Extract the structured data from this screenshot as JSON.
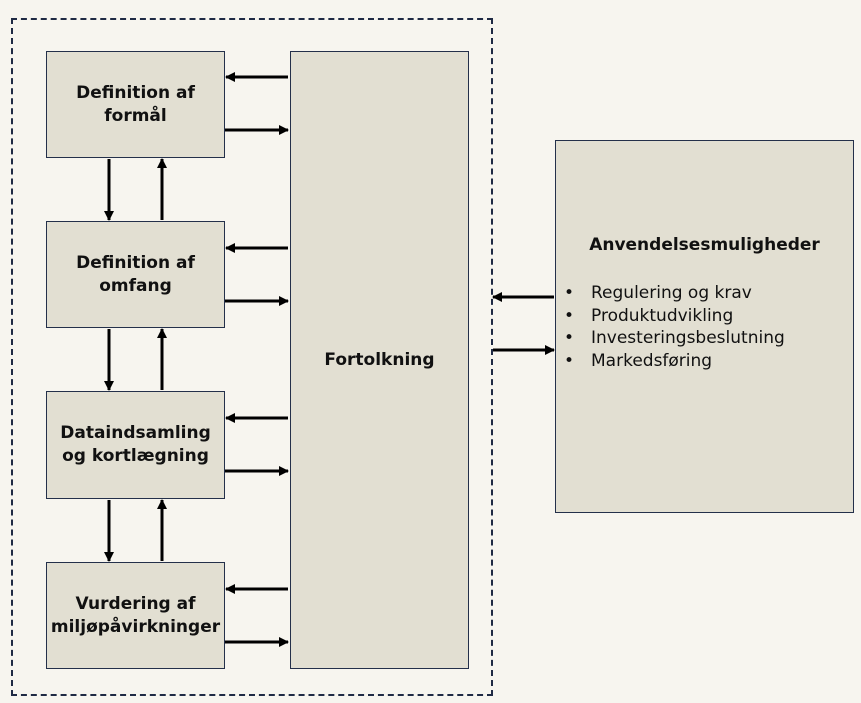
{
  "steps": [
    {
      "label": "Definition af\nformål"
    },
    {
      "label": "Definition af\nomfang"
    },
    {
      "label": "Dataindsamling\nog kortlægning"
    },
    {
      "label": "Vurdering af\nmiljøpåvirkninger"
    }
  ],
  "interpretation": {
    "label": "Fortolkning"
  },
  "applications": {
    "title": "Anvendelsesmuligheder",
    "bullet": "•",
    "items": [
      "Regulering og krav",
      "Produktudvikling",
      "Investeringsbeslutning",
      "Markedsføring"
    ]
  }
}
